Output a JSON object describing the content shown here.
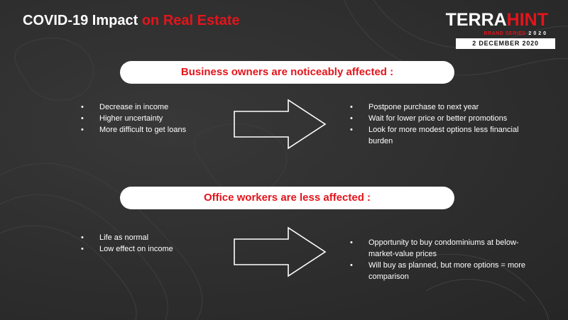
{
  "title": {
    "main": "COVID-19 Impact ",
    "accent": "on Real Estate"
  },
  "logo": {
    "terra": "TERRA",
    "hint": "HINT",
    "series": "BRAND SERIES",
    "year": "2020",
    "date": "2 DECEMBER 2020"
  },
  "sections": [
    {
      "heading": "Business owners are noticeably affected :",
      "left": [
        "Decrease in income",
        "Higher uncertainty",
        "More difficult to get loans"
      ],
      "right": [
        "Postpone purchase to next year",
        "Wait for lower price or better promotions",
        "Look for more modest options  less financial burden"
      ]
    },
    {
      "heading": "Office workers are less affected :",
      "left": [
        "Life as normal",
        "Low effect on income"
      ],
      "right": [
        "Opportunity to buy condominiums at below-market-value prices",
        "Will buy as planned, but more options = more comparison"
      ]
    }
  ],
  "colors": {
    "accent": "#e4141b",
    "background": "#2f2f2f",
    "pill": "#ffffff"
  },
  "icons": {
    "arrow": "right-arrow-icon",
    "bullet": "bullet-dot-icon"
  }
}
